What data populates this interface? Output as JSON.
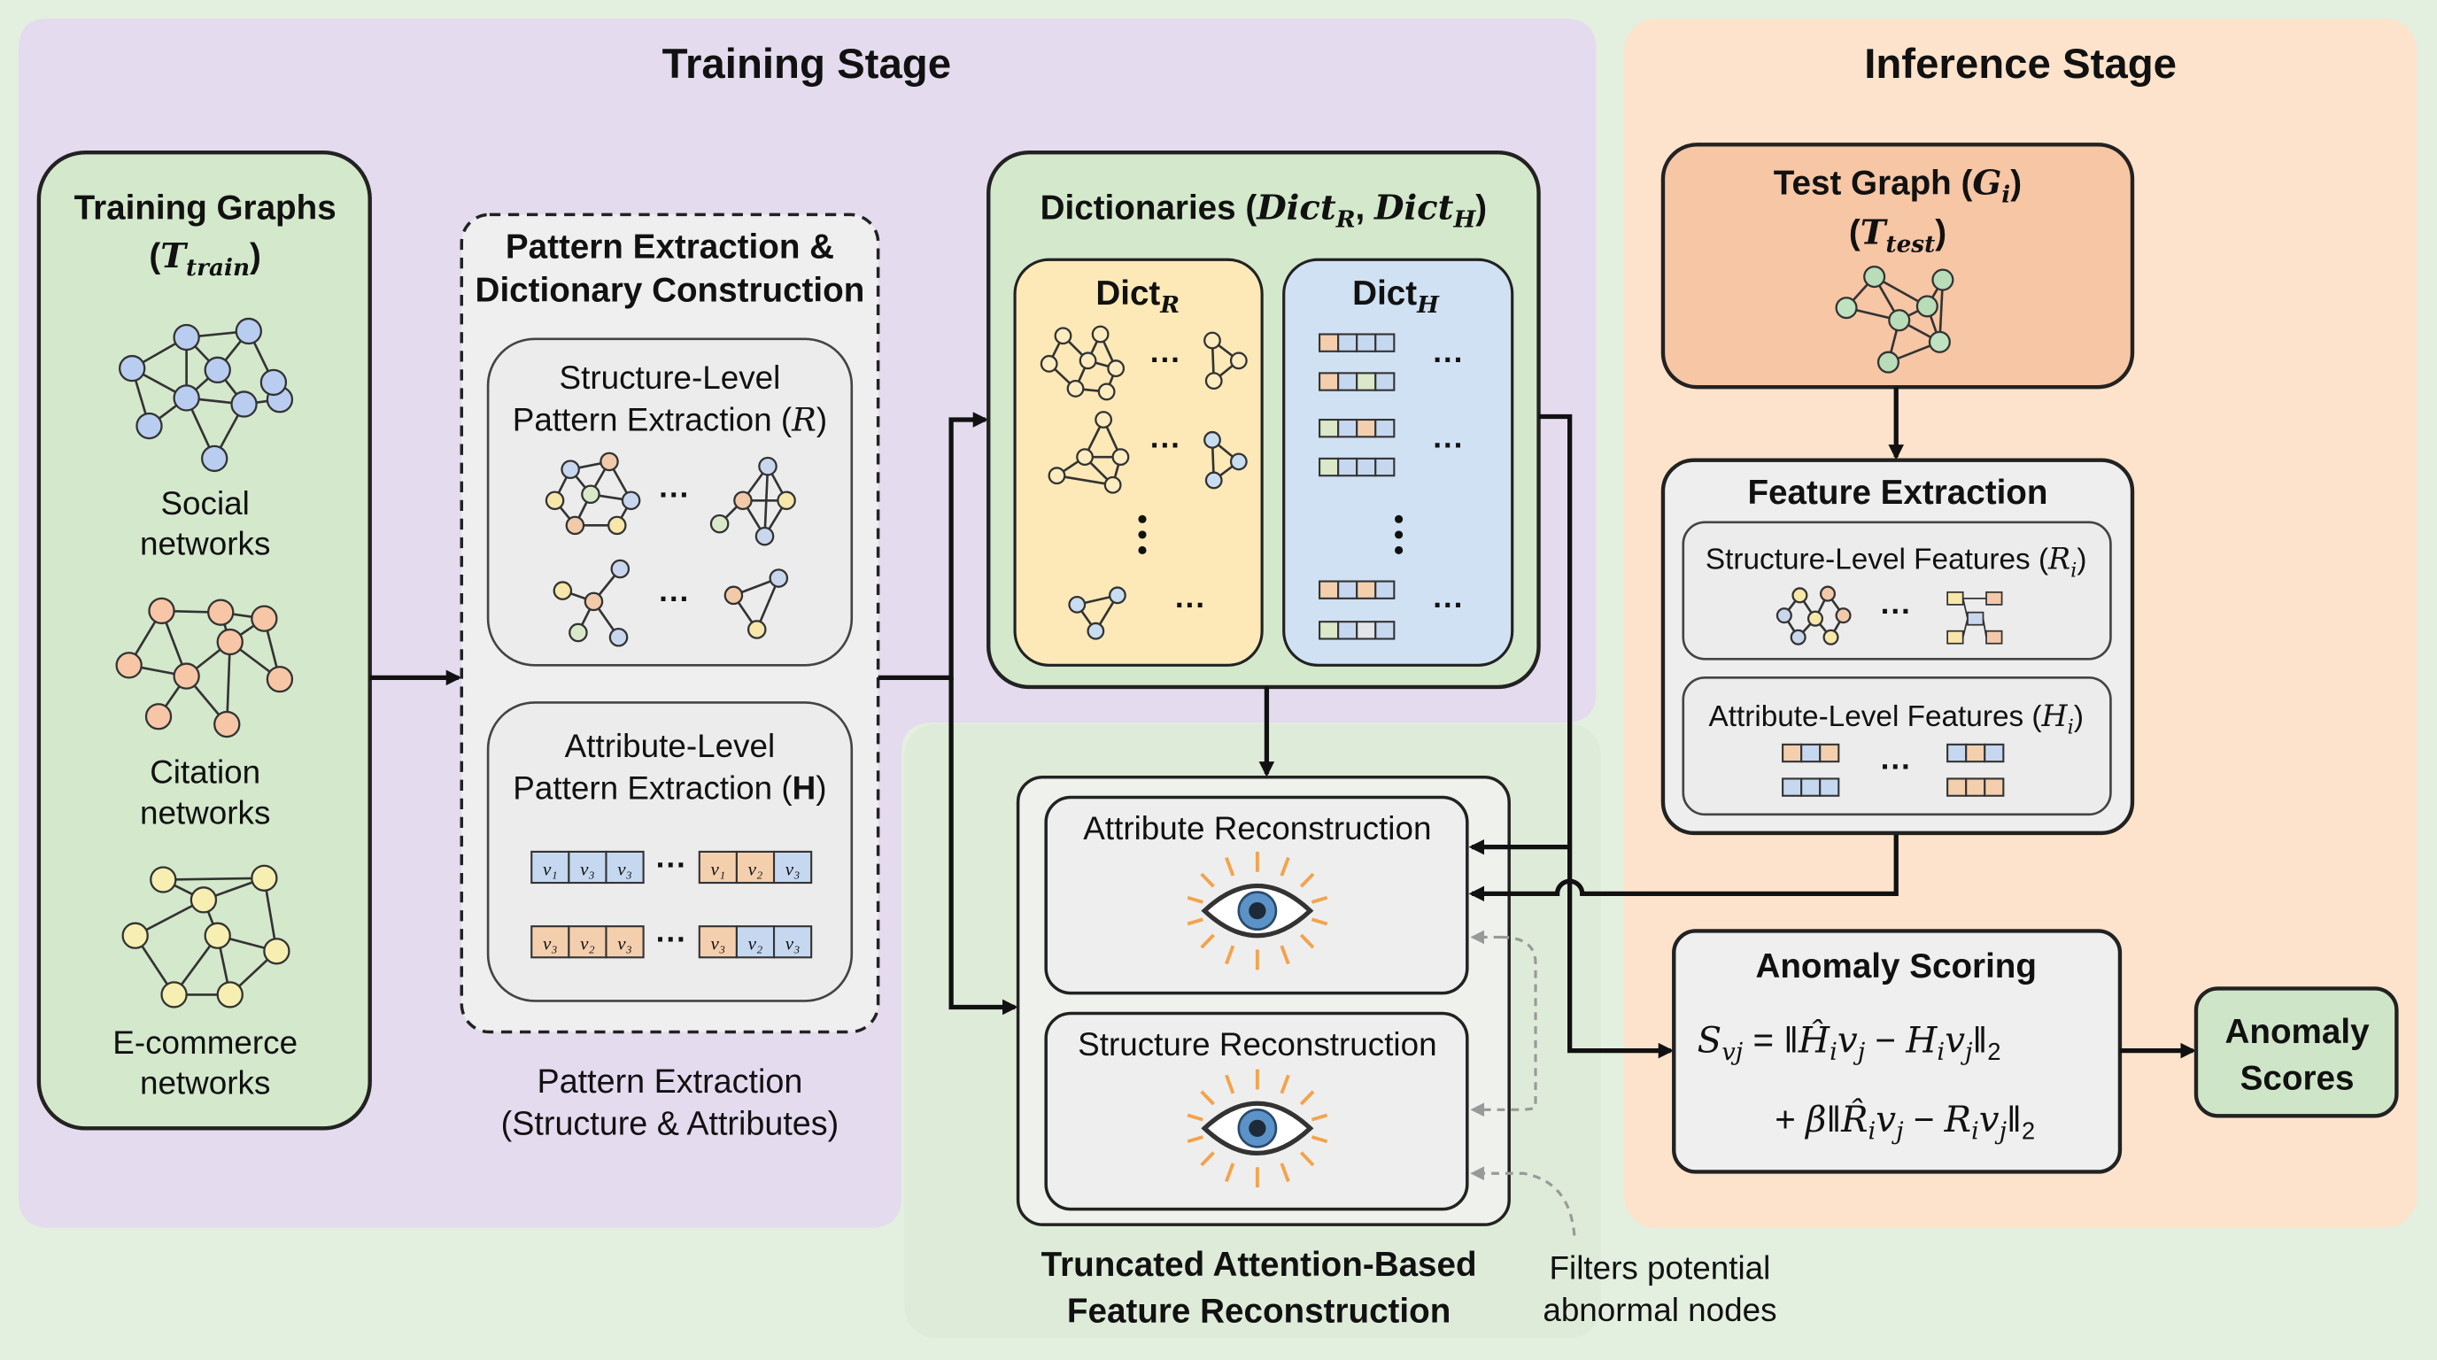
{
  "training_stage": {
    "title": "Training Stage"
  },
  "inference_stage": {
    "title": "Inference Stage"
  },
  "training_graphs": {
    "title": "Training Graphs",
    "symbol": [
      [
        "(",
        ""
      ],
      [
        "T",
        "i"
      ],
      [
        "train",
        "sub"
      ],
      [
        ")",
        ""
      ]
    ],
    "items": [
      {
        "line1": "Social",
        "line2": "networks",
        "node_color": "#b9cdf1"
      },
      {
        "line1": "Citation",
        "line2": "networks",
        "node_color": "#f7c6a6"
      },
      {
        "line1": "E-commerce",
        "line2": "networks",
        "node_color": "#f7efb1"
      }
    ]
  },
  "pattern_extraction": {
    "title_line1": "Pattern Extraction &",
    "title_line2": "Dictionary Construction",
    "structure": {
      "line1": "Structure-Level",
      "line2": [
        [
          "Pattern Extraction (",
          ""
        ],
        [
          "R",
          "i"
        ],
        [
          ")",
          ""
        ]
      ]
    },
    "attribute": {
      "line1": "Attribute-Level",
      "line2": [
        [
          "Pattern Extraction (",
          ""
        ],
        [
          "H",
          "b"
        ],
        [
          ")",
          ""
        ]
      ]
    },
    "vector_rows": [
      [
        [
          "v₁",
          "v₃",
          "v₃"
        ],
        [
          "v₁",
          "v₂",
          "v₃"
        ]
      ],
      [
        [
          "v₃",
          "v₂",
          "v₃"
        ],
        [
          "v₃",
          "v₂",
          "v₃"
        ]
      ]
    ],
    "caption_line1": "Pattern Extraction",
    "caption_line2": "(Structure & Attributes)",
    "ellipsis": "···"
  },
  "dictionaries": {
    "title": [
      [
        "Dictionaries (",
        ""
      ],
      [
        "Dict",
        "i"
      ],
      [
        "R",
        "sub"
      ],
      [
        ", ",
        ""
      ],
      [
        "Dict",
        "i"
      ],
      [
        "H",
        "sub"
      ],
      [
        ")",
        ""
      ]
    ],
    "dict_r": [
      [
        "Dict",
        ""
      ],
      [
        "R",
        "sub"
      ]
    ],
    "dict_h": [
      [
        "Dict",
        ""
      ],
      [
        "H",
        "sub"
      ]
    ],
    "ellipsis": "···"
  },
  "reconstruction": {
    "attribute_title": "Attribute Reconstruction",
    "structure_title": "Structure Reconstruction",
    "caption_line1": "Truncated Attention-Based",
    "caption_line2": "Feature Reconstruction",
    "filter_note_line1": "Filters potential",
    "filter_note_line2": "abnormal nodes"
  },
  "test_graph": {
    "title": [
      [
        "Test Graph (",
        ""
      ],
      [
        "G",
        "i"
      ],
      [
        "i",
        "sub"
      ],
      [
        ")",
        ""
      ]
    ],
    "symbol": [
      [
        "(",
        ""
      ],
      [
        "T",
        "i"
      ],
      [
        "test",
        "sub"
      ],
      [
        ")",
        ""
      ]
    ]
  },
  "feature_extraction": {
    "title": "Feature Extraction",
    "structure": [
      [
        "Structure-Level Features (",
        ""
      ],
      [
        "R",
        "i"
      ],
      [
        "i",
        "sub"
      ],
      [
        ")",
        ""
      ]
    ],
    "attribute": [
      [
        "Attribute-Level Features (",
        ""
      ],
      [
        "H",
        "i"
      ],
      [
        "i",
        "sub"
      ],
      [
        ")",
        ""
      ]
    ],
    "ellipsis": "···"
  },
  "anomaly_scoring": {
    "title": "Anomaly Scoring",
    "formula_line1": [
      [
        "S",
        "i"
      ],
      [
        "vj",
        "sub"
      ],
      [
        " = ‖",
        ""
      ],
      [
        "Ĥ",
        "i"
      ],
      [
        "i",
        "sub"
      ],
      [
        "v",
        "i"
      ],
      [
        "j",
        "sub"
      ],
      [
        " − ",
        ""
      ],
      [
        "H",
        "i"
      ],
      [
        "i",
        "sub"
      ],
      [
        "v",
        "i"
      ],
      [
        "j",
        "sub"
      ],
      [
        "‖",
        ""
      ],
      [
        "2",
        "subn"
      ]
    ],
    "formula_line2": [
      [
        "+ ",
        ""
      ],
      [
        "β",
        "i"
      ],
      [
        "‖",
        ""
      ],
      [
        "R̂",
        "i"
      ],
      [
        "i",
        "sub"
      ],
      [
        "v",
        "i"
      ],
      [
        "j",
        "sub"
      ],
      [
        " − ",
        ""
      ],
      [
        "R",
        "i"
      ],
      [
        "i",
        "sub"
      ],
      [
        "v",
        "i"
      ],
      [
        "j",
        "sub"
      ],
      [
        "‖",
        ""
      ],
      [
        "2",
        "subn"
      ]
    ]
  },
  "anomaly_scores": {
    "line1": "Anomaly",
    "line2": "Scores"
  },
  "colors": {
    "background": "#e3efdf",
    "training_region": "#e4dbee",
    "inference_region": "#fde3cb",
    "green_box": "#d4e8cc",
    "dict_r": "#fde9b7",
    "dict_h": "#d0e1f3",
    "test_graph": "#f6c6a5",
    "gray_box": "#eeeeee",
    "eye_iris": "#5b93c9",
    "eye_rays": "#f3a34a"
  }
}
